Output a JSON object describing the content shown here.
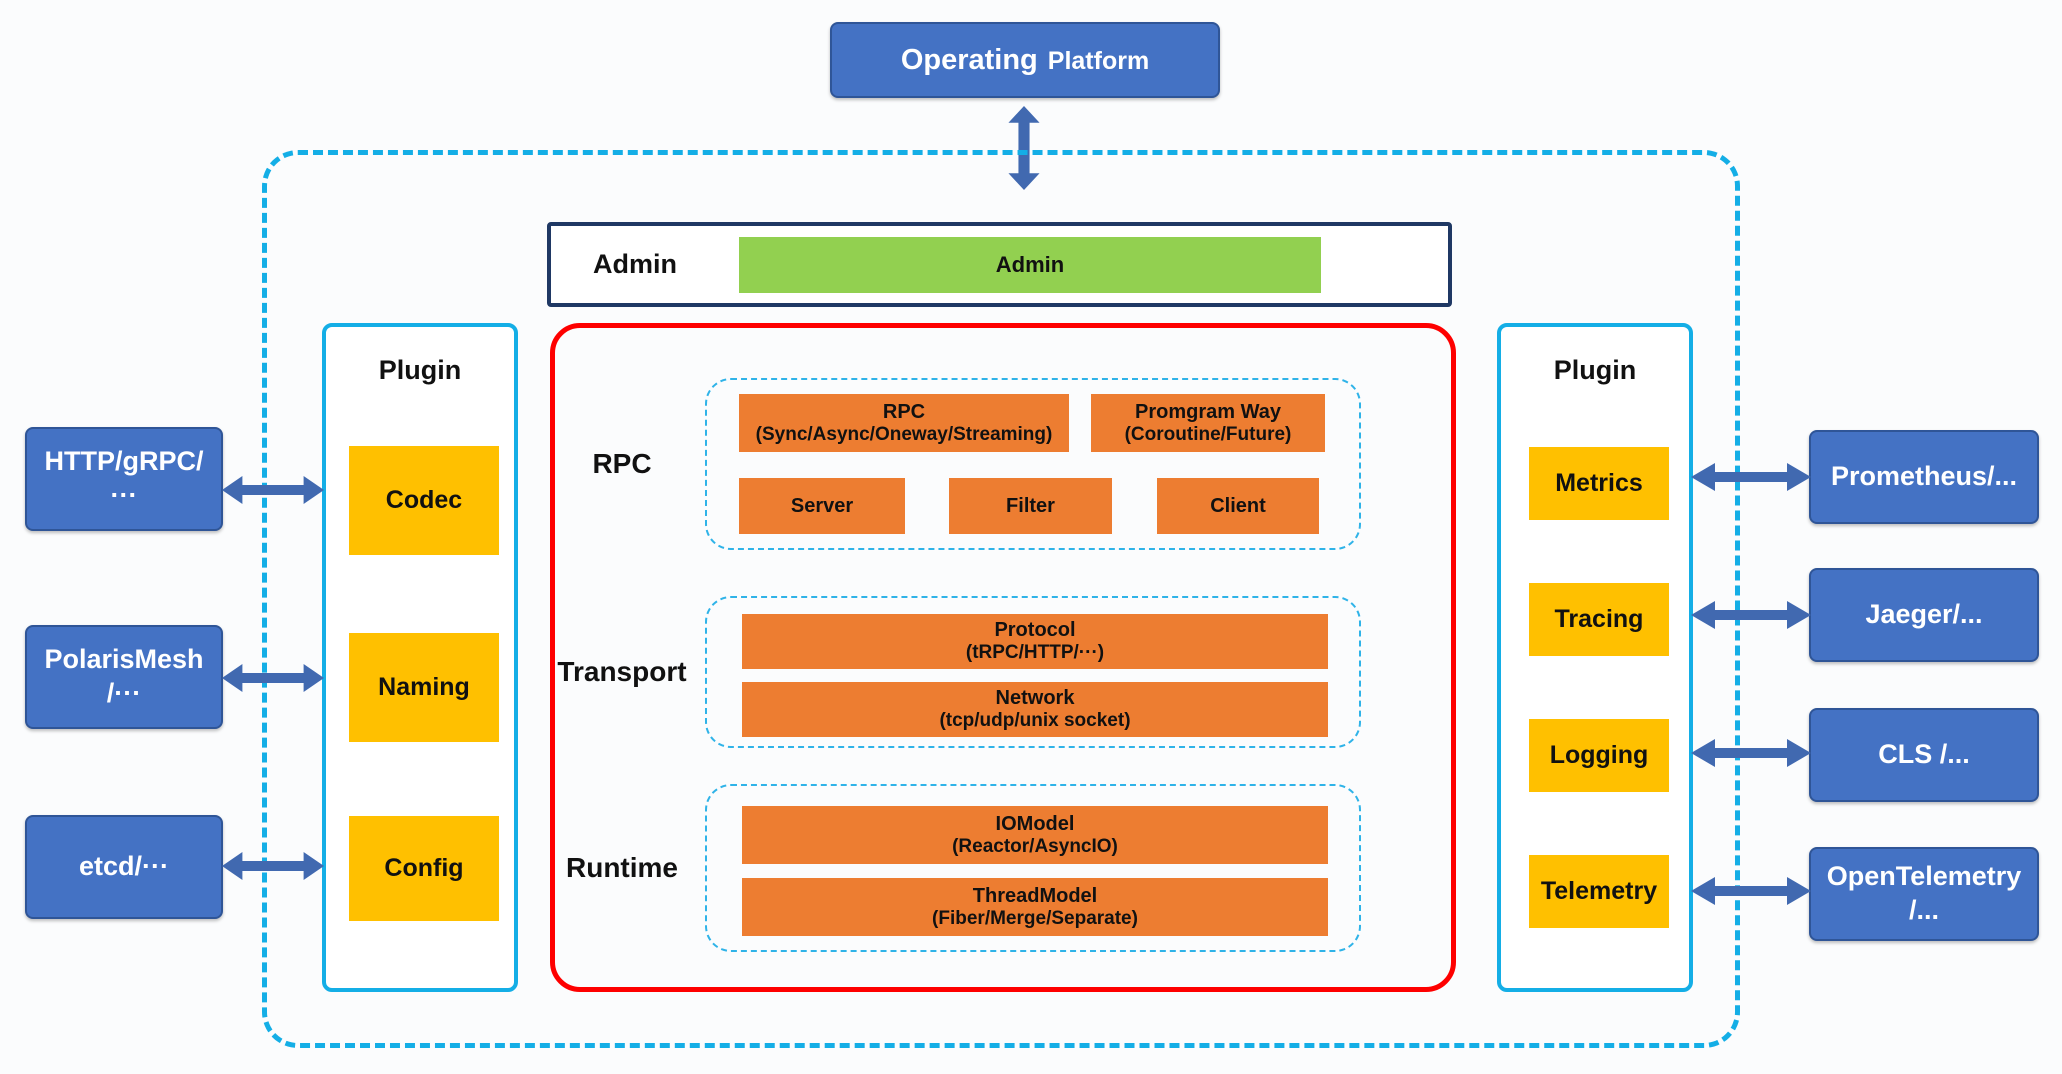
{
  "colors": {
    "blue": "#4472C4",
    "blue_border": "#2F5597",
    "cyan": "#14AEE6",
    "group_cyan": "#2FB3E8",
    "red": "#FE0000",
    "navy": "#1F3864",
    "green": "#92D050",
    "orange": "#ED7D31",
    "yellow": "#FFC000",
    "arrow": "#4169B0"
  },
  "operating_platform": {
    "label_main": "Operating",
    "label_sub": "Platform"
  },
  "admin": {
    "row_label": "Admin",
    "bar_label": "Admin"
  },
  "panels": {
    "left": {
      "title": "Plugin",
      "items": [
        {
          "label": "Codec"
        },
        {
          "label": "Naming"
        },
        {
          "label": "Config"
        }
      ]
    },
    "right": {
      "title": "Plugin",
      "items": [
        {
          "label": "Metrics"
        },
        {
          "label": "Tracing"
        },
        {
          "label": "Logging"
        },
        {
          "label": "Telemetry"
        }
      ]
    }
  },
  "external": {
    "left": [
      {
        "line1": "HTTP/gRPC/",
        "line2": "···"
      },
      {
        "line1": "PolarisMesh",
        "line2": "/···"
      },
      {
        "line1": "etcd/···"
      }
    ],
    "right": [
      {
        "line1": "Prometheus/..."
      },
      {
        "line1": "Jaeger/..."
      },
      {
        "line1": "CLS /..."
      },
      {
        "line1": "OpenTelemetry",
        "line2": "/..."
      }
    ]
  },
  "core": {
    "rpc": {
      "label": "RPC",
      "row1": [
        {
          "line1": "RPC",
          "line2": "(Sync/Async/Oneway/Streaming)"
        },
        {
          "line1": "Promgram Way",
          "line2": "(Coroutine/Future)"
        }
      ],
      "row2": [
        {
          "label": "Server"
        },
        {
          "label": "Filter"
        },
        {
          "label": "Client"
        }
      ]
    },
    "transport": {
      "label": "Transport",
      "bars": [
        {
          "line1": "Protocol",
          "line2": "(tRPC/HTTP/···)"
        },
        {
          "line1": "Network",
          "line2": "(tcp/udp/unix socket)"
        }
      ]
    },
    "runtime": {
      "label": "Runtime",
      "bars": [
        {
          "line1": "IOModel",
          "line2": "(Reactor/AsyncIO)"
        },
        {
          "line1": "ThreadModel",
          "line2": "(Fiber/Merge/Separate)"
        }
      ]
    }
  }
}
